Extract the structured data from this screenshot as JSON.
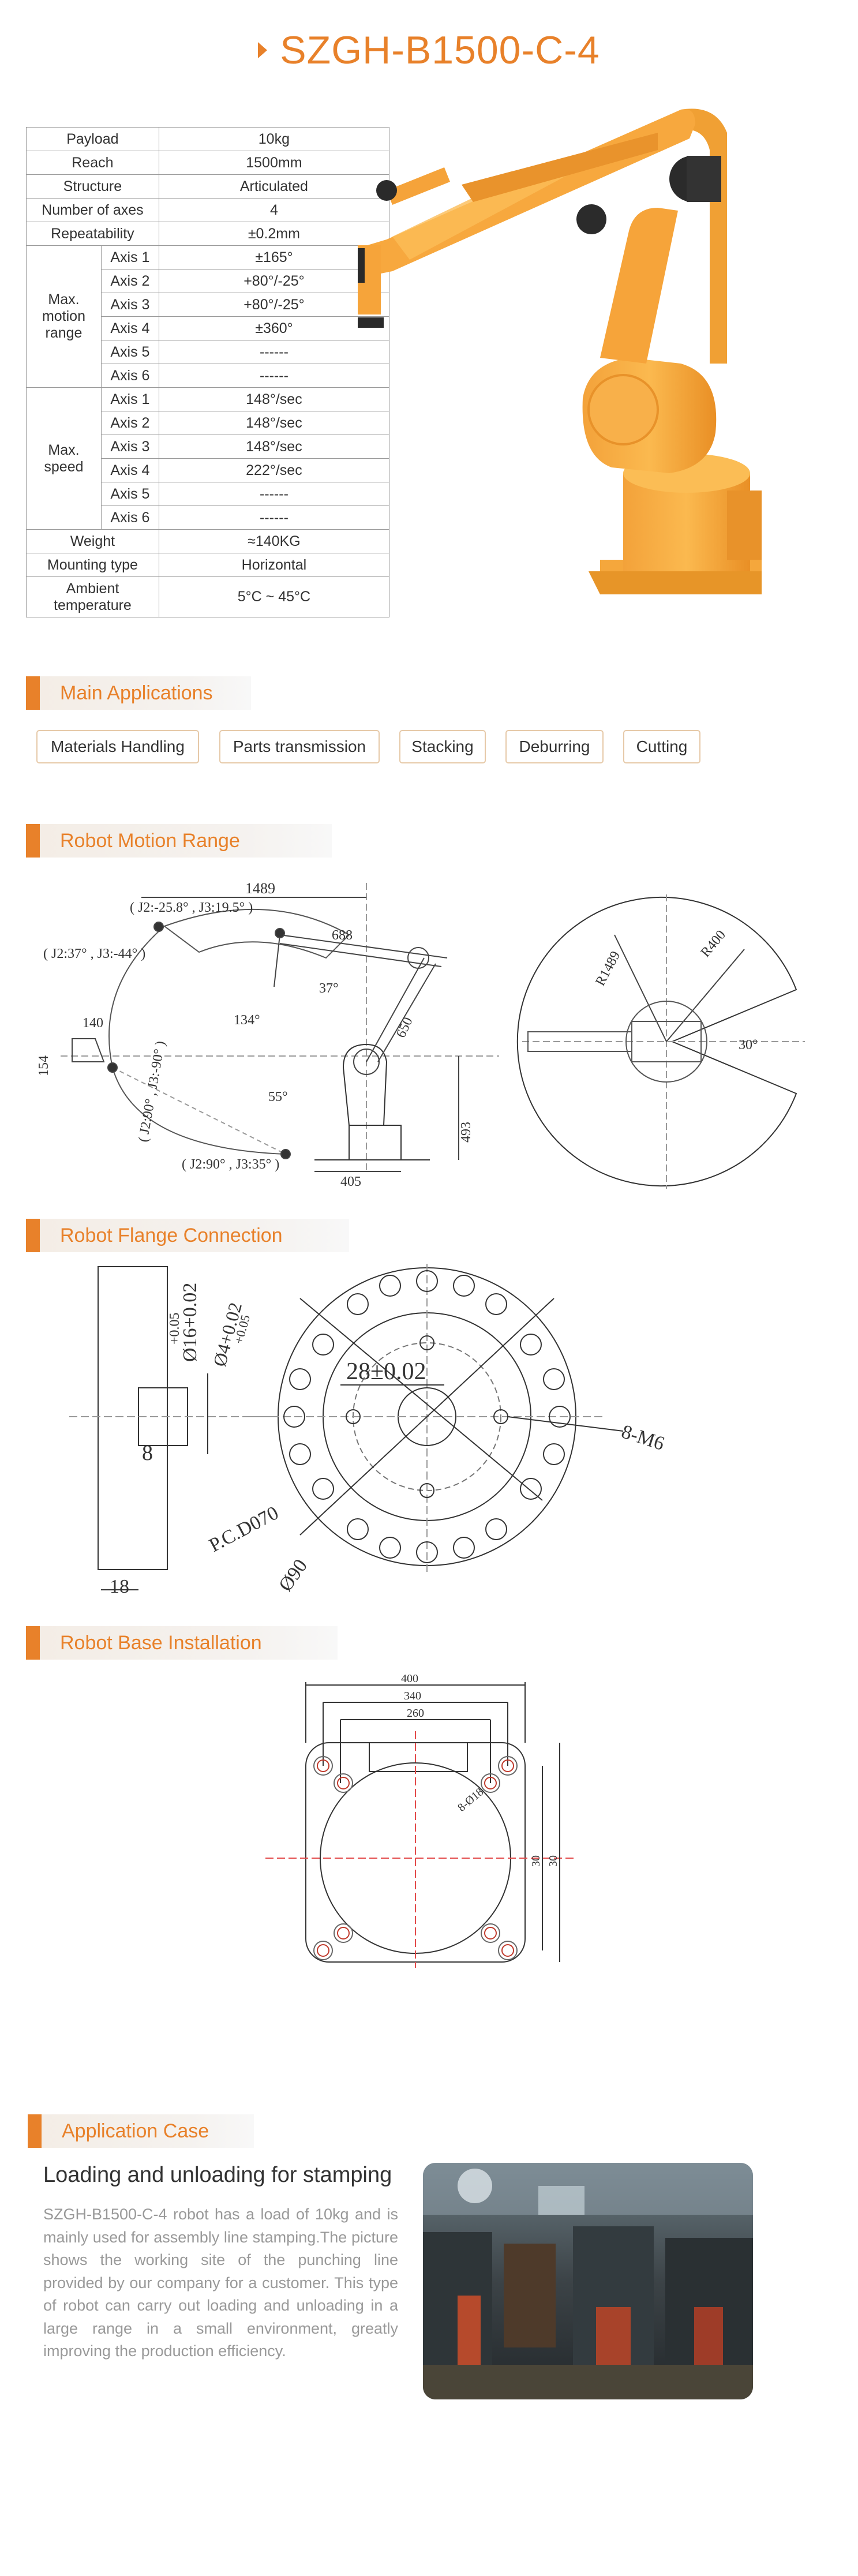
{
  "title": "SZGH-B1500-C-4",
  "specs": {
    "payload": {
      "label": "Payload",
      "value": "10kg"
    },
    "reach": {
      "label": "Reach",
      "value": "1500mm"
    },
    "structure": {
      "label": "Structure",
      "value": "Articulated"
    },
    "axes": {
      "label": "Number of axes",
      "value": "4"
    },
    "repeat": {
      "label": "Repeatability",
      "value": "±0.2mm"
    },
    "motion_label": "Max. motion range",
    "motion": [
      {
        "axis": "Axis 1",
        "value": "±165°"
      },
      {
        "axis": "Axis 2",
        "value": "+80°/-25°"
      },
      {
        "axis": "Axis 3",
        "value": "+80°/-25°"
      },
      {
        "axis": "Axis 4",
        "value": "±360°"
      },
      {
        "axis": "Axis 5",
        "value": "------"
      },
      {
        "axis": "Axis 6",
        "value": "------"
      }
    ],
    "speed_label": "Max. speed",
    "speed": [
      {
        "axis": "Axis 1",
        "value": "148°/sec"
      },
      {
        "axis": "Axis 2",
        "value": "148°/sec"
      },
      {
        "axis": "Axis 3",
        "value": "148°/sec"
      },
      {
        "axis": "Axis 4",
        "value": "222°/sec"
      },
      {
        "axis": "Axis 5",
        "value": "------"
      },
      {
        "axis": "Axis 6",
        "value": "------"
      }
    ],
    "weight": {
      "label": "Weight",
      "value": "≈140KG"
    },
    "mounting": {
      "label": "Mounting type",
      "value": "Horizontal"
    },
    "temp": {
      "label": "Ambient temperature",
      "value": "5°C ~ 45°C"
    }
  },
  "sections": {
    "applications": "Main Applications",
    "motion": "Robot Motion Range",
    "flange": "Robot Flange Connection",
    "base": "Robot Base Installation",
    "case": "Application Case"
  },
  "applications": [
    "Materials Handling",
    "Parts transmission",
    "Stacking",
    "Deburring",
    "Cutting"
  ],
  "motion_labels": {
    "w1489": "1489",
    "j_top": "( J2:-25.8° , J3:19.5° )",
    "j_left": "( J2:37° , J3:-44° )",
    "j_mid": "( J2:90° , J3:-90° )",
    "j_bottom": "( J2:90° , J3:35° )",
    "d688": "688",
    "d140": "140",
    "d154": "154",
    "a37": "37°",
    "a134": "134°",
    "a55": "55°",
    "d650": "650",
    "d493": "493",
    "d405": "405",
    "r1489": "R1489",
    "r400": "R400",
    "a30": "30°"
  },
  "flange_labels": {
    "d16": "Ø16+0.02",
    "d16_tol": "+0.05",
    "d4": "Ø4+0.02",
    "d4_tol": "+0.05",
    "c28": "28±0.02",
    "d8": "8",
    "m6": "8-M6",
    "pcd": "P.C.D070",
    "d90": "Ø90",
    "d18": "18"
  },
  "base_labels": {
    "w400": "400",
    "w340": "340",
    "w260": "260",
    "hole": "8-Ø18",
    "h30a": "30",
    "h30b": "30"
  },
  "case": {
    "title": "Loading and unloading for stamping",
    "body": "SZGH-B1500-C-4 robot has a load of 10kg and is mainly used for assembly line stamping.The picture shows the working site of the punching line provided by our company for a customer. This type of robot can carry out loading and unloading in a large range in a small environment, greatly improving the production efficiency."
  },
  "colors": {
    "accent": "#e8812a",
    "robot": "#f6a53a",
    "robot_dark": "#d9831f"
  }
}
